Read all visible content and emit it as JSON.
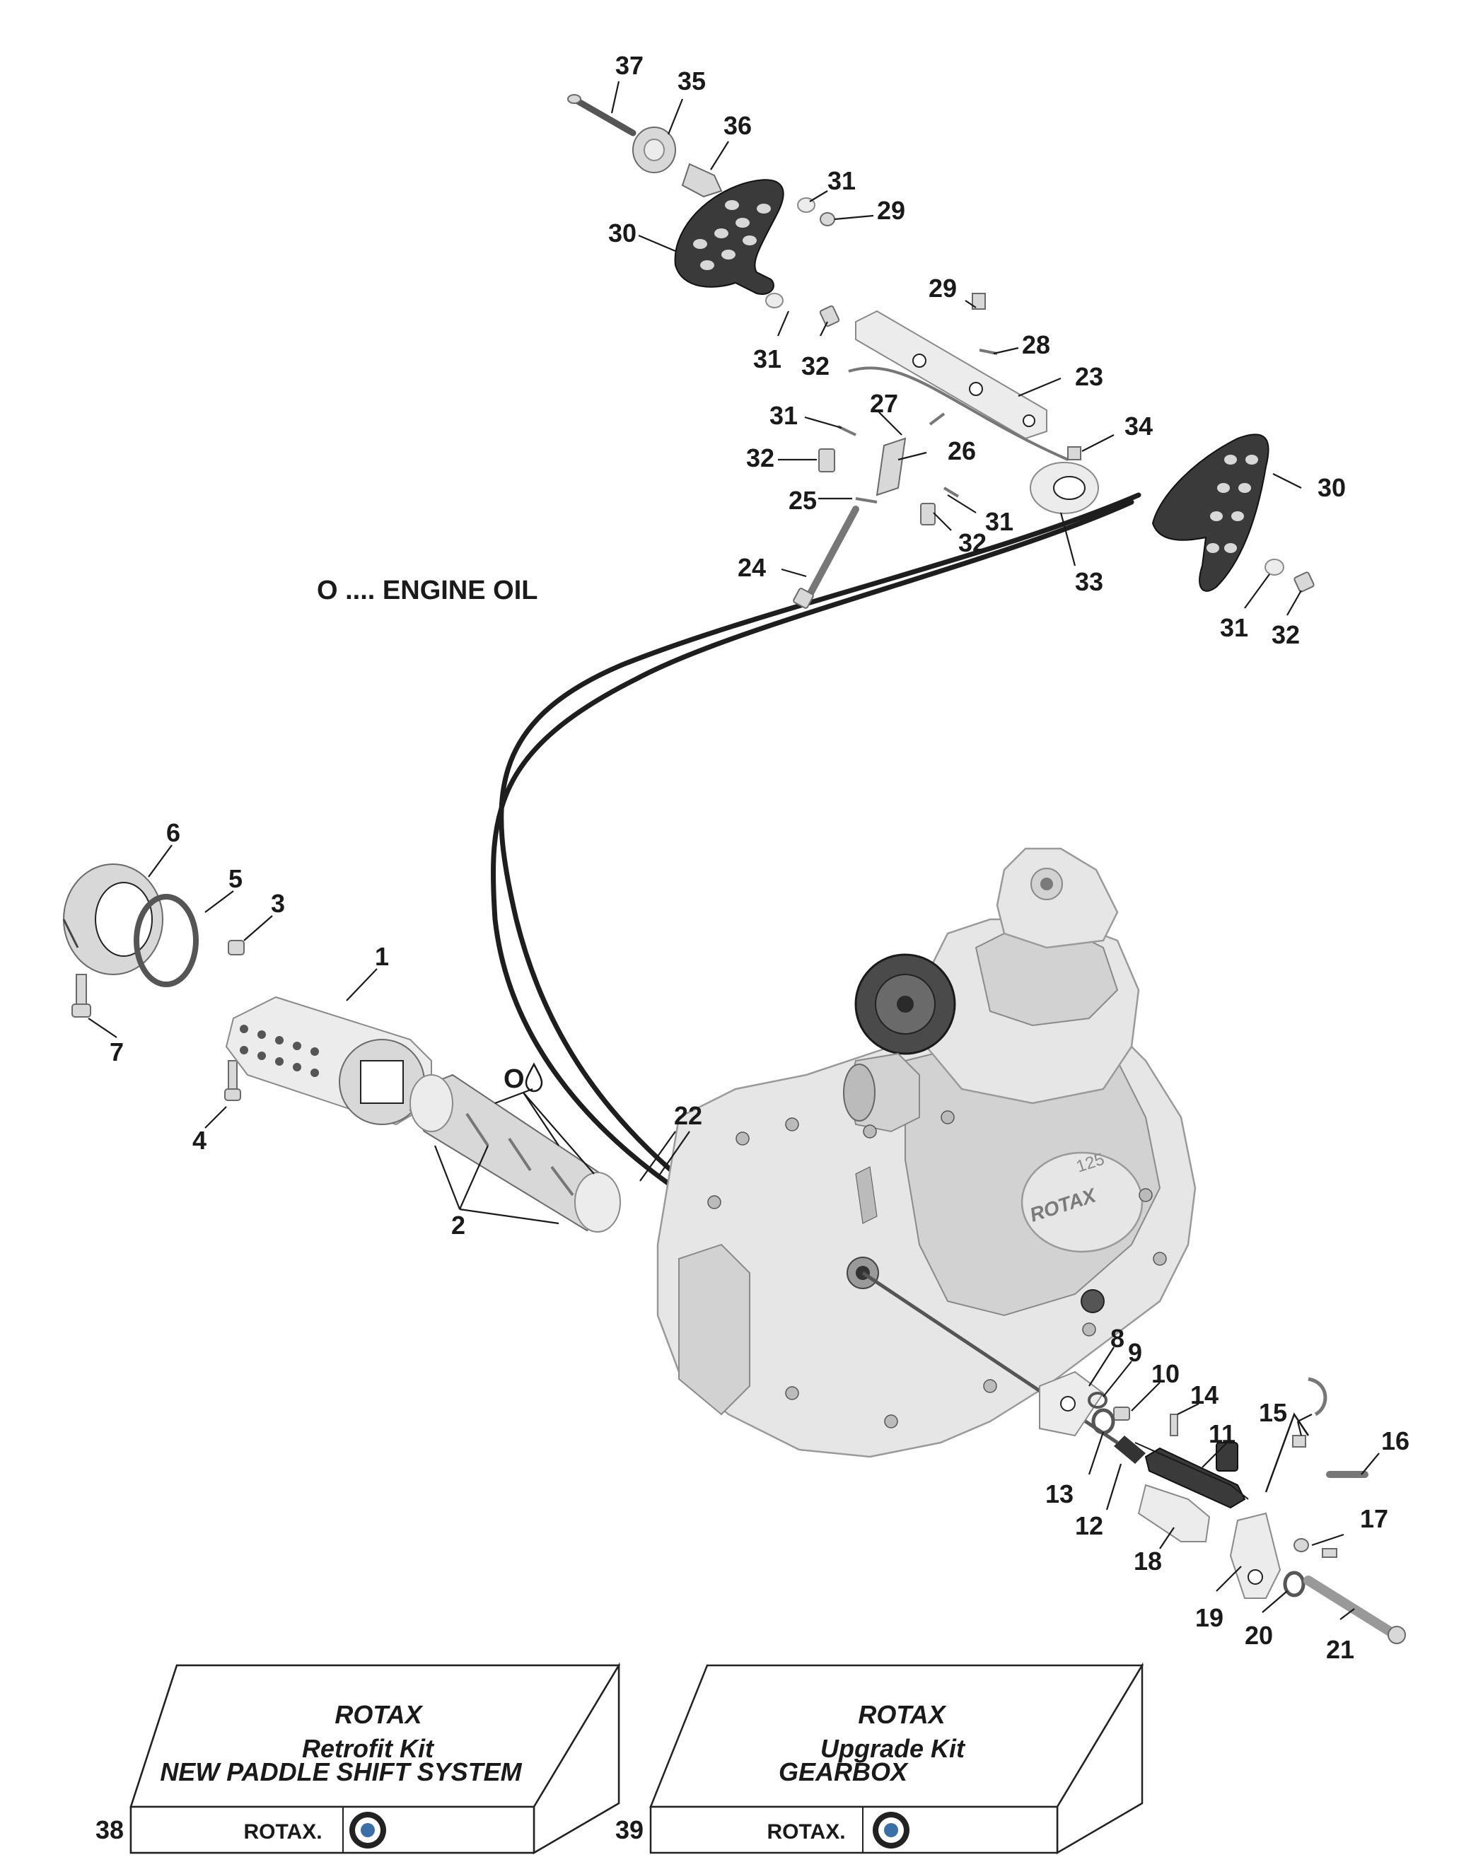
{
  "legend": {
    "text": "O .... ENGINE OIL",
    "oil_symbol": "O"
  },
  "callouts": [
    "1",
    "2",
    "3",
    "4",
    "5",
    "6",
    "7",
    "8",
    "9",
    "10",
    "11",
    "12",
    "13",
    "14",
    "15",
    "16",
    "17",
    "18",
    "19",
    "20",
    "21",
    "22",
    "23",
    "24",
    "25",
    "26",
    "27",
    "28",
    "29",
    "29",
    "30",
    "30",
    "31",
    "31",
    "31",
    "31",
    "31",
    "32",
    "32",
    "32",
    "32",
    "33",
    "34",
    "35",
    "36",
    "37",
    "38",
    "39"
  ],
  "kits": [
    {
      "number": "38",
      "brand": "ROTAX",
      "line1": "Retrofit Kit",
      "line2": "NEW PADDLE SHIFT SYSTEM",
      "footer_brand": "ROTAX."
    },
    {
      "number": "39",
      "brand": "ROTAX",
      "line1": "Upgrade Kit",
      "line2": "GEARBOX",
      "footer_brand": "ROTAX."
    }
  ],
  "engine_markings": {
    "displacement": "125",
    "brand": "ROTAX"
  },
  "colors": {
    "line": "#1a1a1a",
    "part": "#d8d8d8",
    "engine": "#e6e6e6",
    "paddle": "#3a3a3a"
  }
}
